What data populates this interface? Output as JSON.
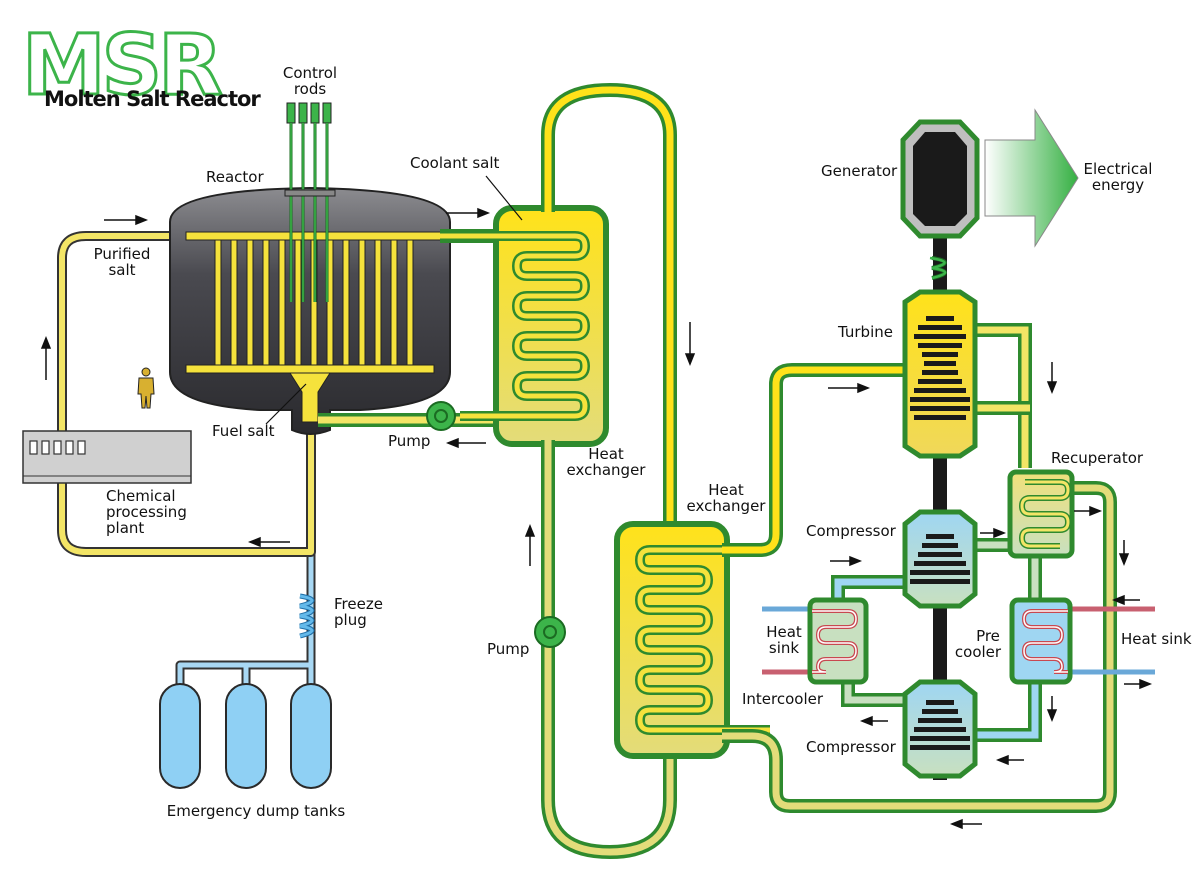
{
  "logo": {
    "abbreviation": "MSR",
    "subtitle": "Molten Salt Reactor"
  },
  "labels": {
    "control_rods_line1": "Control",
    "control_rods_line2": "rods",
    "reactor": "Reactor",
    "purified_salt_line1": "Purified",
    "purified_salt_line2": "salt",
    "fuel_salt": "Fuel salt",
    "coolant_salt": "Coolant salt",
    "pump_primary": "Pump",
    "heat_exchanger_primary_line1": "Heat",
    "heat_exchanger_primary_line2": "exchanger",
    "chemical_plant_line1": "Chemical",
    "chemical_plant_line2": "processing",
    "chemical_plant_line3": "plant",
    "freeze_plug_line1": "Freeze",
    "freeze_plug_line2": "plug",
    "dump_tanks": "Emergency dump tanks",
    "pump_secondary": "Pump",
    "heat_exchanger_secondary_line1": "Heat",
    "heat_exchanger_secondary_line2": "exchanger",
    "generator": "Generator",
    "electrical_energy_line1": "Electrical",
    "electrical_energy_line2": "energy",
    "turbine": "Turbine",
    "recuperator": "Recuperator",
    "compressor_upper": "Compressor",
    "heat_sink_left_line1": "Heat",
    "heat_sink_left_line2": "sink",
    "intercooler": "Intercooler",
    "pre_cooler_line1": "Pre",
    "pre_cooler_line2": "cooler",
    "heat_sink_right": "Heat sink",
    "compressor_lower": "Compressor"
  },
  "colors": {
    "fuel_salt": "#f5e23c",
    "coolant_pipe_outer": "#3a9a38",
    "reactor_vessel": "#4a4a50",
    "gas_cold": "#9fd6f2",
    "heat_sink_hot": "#d04a55",
    "generator_body": "#1a1a1a",
    "arrow_energy": "#3cb44a"
  },
  "icons": [
    "person-figure",
    "rotation-arrow-icon",
    "flow-arrow"
  ]
}
